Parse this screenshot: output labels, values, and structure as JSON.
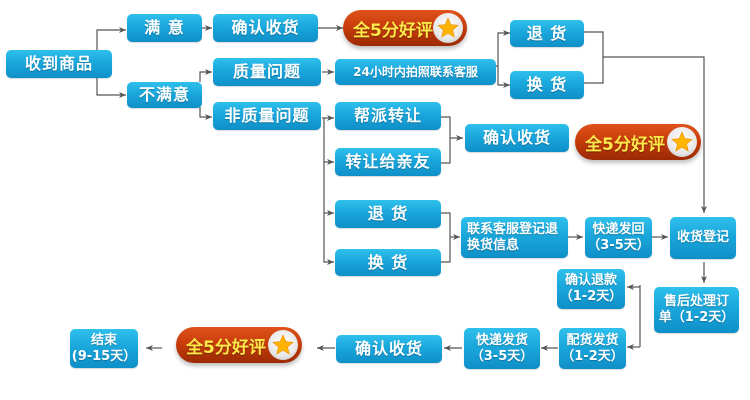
{
  "colors": {
    "box": "#1aa7dc",
    "badge": "#c53b0a",
    "badge_text": "#ffe94a",
    "star": "#ffb400",
    "line": "#555555"
  },
  "nodes": {
    "receive_goods": "收到商品",
    "satisfied": "满  意",
    "unsatisfied": "不满意",
    "confirm_receipt_1": "确认收货",
    "rating_1": "全5分好评",
    "quality_issue": "质量问题",
    "contact_service_24h": "24小时内拍照联系客服",
    "return_1": "退  货",
    "exchange_1": "换  货",
    "non_quality_issue": "非质量问题",
    "help_transfer": "帮派转让",
    "transfer_friend": "转让给亲友",
    "confirm_receipt_2": "确认收货",
    "rating_2": "全5分好评",
    "return_2": "退  货",
    "exchange_2": "换  货",
    "register_info": "联系客服登记退\n换货信息",
    "express_return": "快递发回\n（3-5天）",
    "receipt_register": "收货登记",
    "aftersale_process": "售后处理订\n单（1-2天）",
    "confirm_refund": "确认退款\n（1-2天）",
    "prepare_ship": "配货发货\n（1-2天）",
    "express_ship": "快递发货\n（3-5天）",
    "confirm_receipt_3": "确认收货",
    "rating_3": "全5分好评",
    "end": "结束\n(9-15天）"
  },
  "icons": {
    "star": "star-icon",
    "arrow": "arrow-icon"
  }
}
